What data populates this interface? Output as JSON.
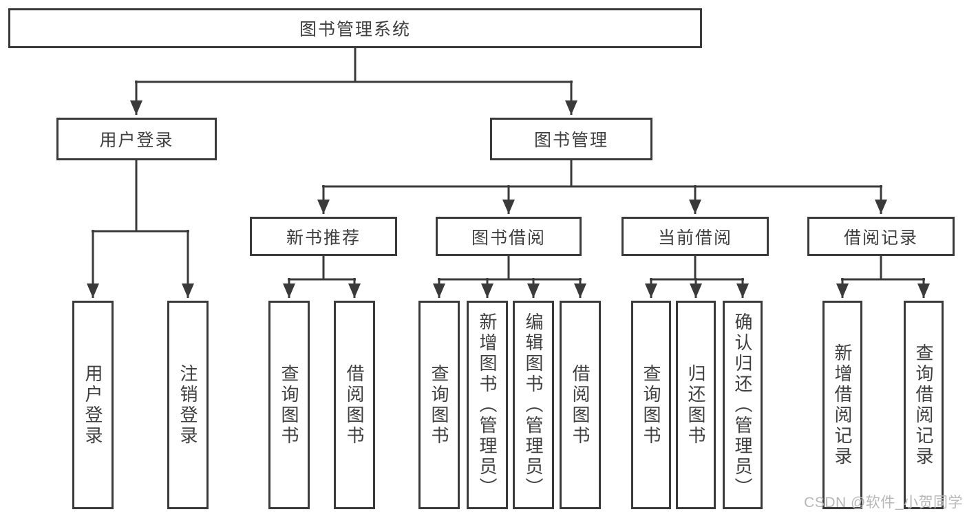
{
  "diagram": {
    "root": {
      "label": "图书管理系统",
      "children": [
        {
          "label": "用户登录",
          "children": [
            {
              "label": "用户登录"
            },
            {
              "label": "注销登录"
            }
          ]
        },
        {
          "label": "图书管理",
          "children": [
            {
              "label": "新书推荐",
              "children": [
                {
                  "label": "查询图书"
                },
                {
                  "label": "借阅图书"
                }
              ]
            },
            {
              "label": "图书借阅",
              "children": [
                {
                  "label": "查询图书"
                },
                {
                  "label": "新增图书（管理员）"
                },
                {
                  "label": "编辑图书（管理员）"
                },
                {
                  "label": "借阅图书"
                }
              ]
            },
            {
              "label": "当前借阅",
              "children": [
                {
                  "label": "查询图书"
                },
                {
                  "label": "归还图书"
                },
                {
                  "label": "确认归还（管理员）"
                }
              ]
            },
            {
              "label": "借阅记录",
              "children": [
                {
                  "label": "新增借阅记录"
                },
                {
                  "label": "查询借阅记录"
                }
              ]
            }
          ]
        }
      ]
    }
  },
  "watermark": {
    "text": "CSDN @软件_小贺同学"
  },
  "colors": {
    "line": "#3a3a3a",
    "text": "#3f3f3f",
    "watermark": "#b7b7b7",
    "background": "#ffffff"
  }
}
